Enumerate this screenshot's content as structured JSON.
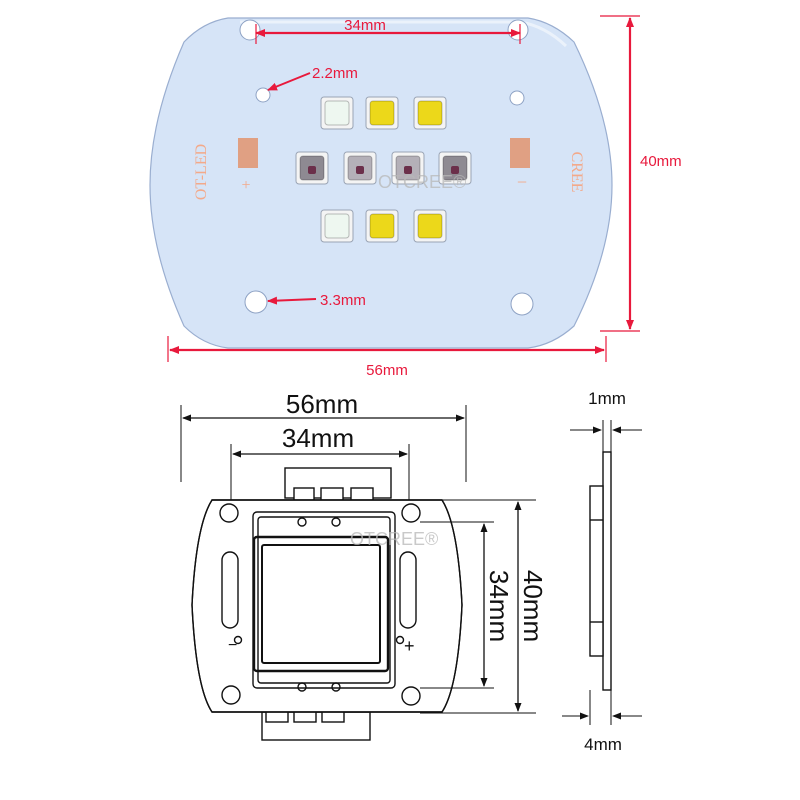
{
  "top_view": {
    "width_label": "56mm",
    "height_label": "40mm",
    "pitch_label": "34mm",
    "small_hole_label": "2.2mm",
    "large_hole_label": "3.3mm",
    "silk_left": "OT-LED",
    "silk_right": "CREE",
    "plus_sign": "+",
    "minus_sign": "−",
    "watermark": "OTCREE®",
    "led_rows": [
      [
        "white",
        "yellow",
        "yellow"
      ],
      [
        "uv",
        "uv-light",
        "uv-light",
        "uv"
      ],
      [
        "white",
        "yellow",
        "yellow"
      ]
    ]
  },
  "front_view": {
    "width_label": "56mm",
    "pitch_label": "34mm",
    "height_label": "40mm",
    "inner_label": "34mm",
    "minus_sign": "−",
    "plus_sign": "+",
    "watermark": "OTCREE®"
  },
  "side_view": {
    "base_label": "1mm",
    "thickness_label": "4mm"
  },
  "colors": {
    "dimension_red": "#e8193c",
    "board_blue": "#d6e4f7",
    "pad_copper": "#e0a083",
    "led_white": "#eef7f0",
    "led_yellow": "#ecd81a",
    "led_uv": "#8e8a92",
    "led_uv_light": "#b4b0b8"
  }
}
